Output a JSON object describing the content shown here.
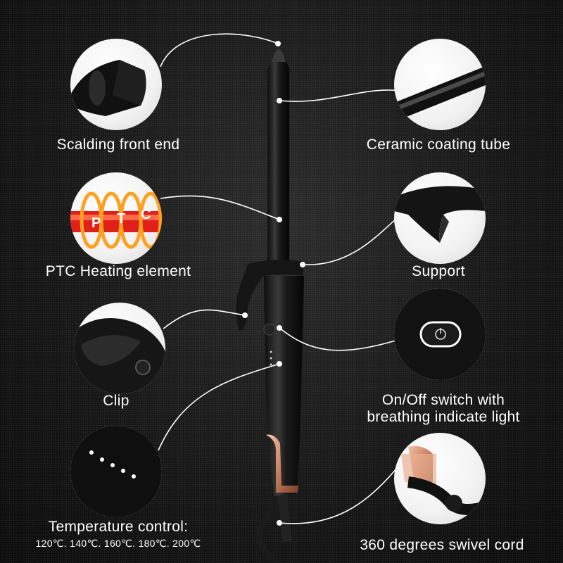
{
  "labels": {
    "front_end": "Scalding front end",
    "ceramic": "Ceramic coating tube",
    "ptc": "PTC Heating element",
    "support": "Support",
    "clip": "Clip",
    "switch_line1": "On/Off switch with",
    "switch_line2": "breathing indicate light",
    "temp_title": "Temperature control:",
    "temp_values": "120℃. 140℃. 160℃. 180℃. 200℃",
    "cord": "360 degrees swivel cord"
  },
  "ptc_letters": [
    "P",
    "T",
    "C"
  ],
  "icons": [
    "front-end-icon",
    "ceramic-tube-icon",
    "ptc-coil-icon",
    "support-icon",
    "clip-icon",
    "power-switch-icon",
    "temperature-leds-icon",
    "swivel-cord-icon"
  ],
  "colors": {
    "background": "#141414",
    "text": "#ffffff",
    "rose_gold": "#d99a7a",
    "ptc_red": "#e0201a",
    "ptc_orange": "#ffa020"
  }
}
